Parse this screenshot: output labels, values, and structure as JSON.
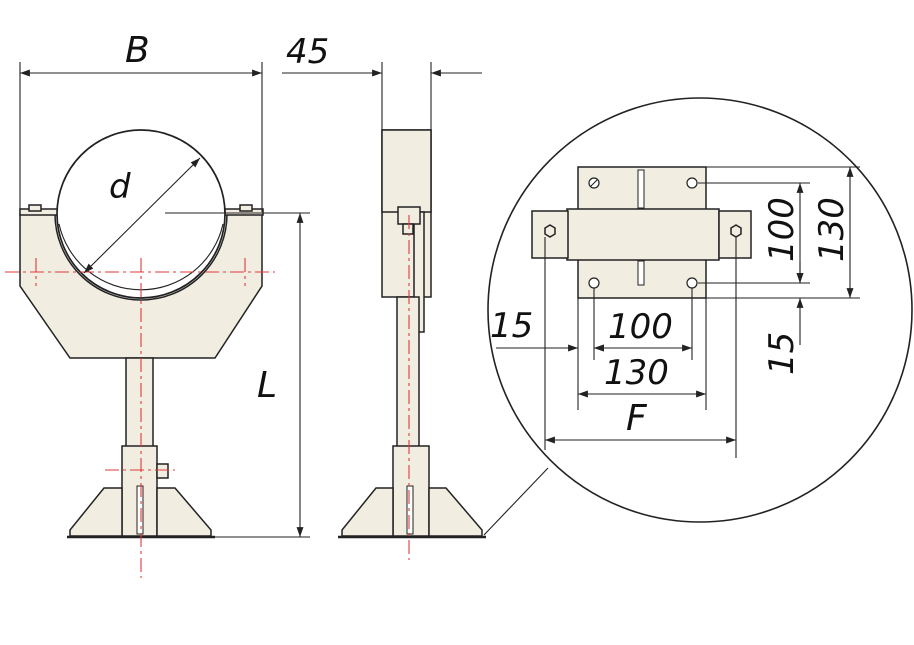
{
  "labels": {
    "B": "B",
    "d": "d",
    "top_45": "45",
    "L": "L",
    "detail_100_v": "100",
    "detail_130_v": "130",
    "detail_15_h": "15",
    "detail_100_h": "100",
    "detail_130_h": "130",
    "detail_15_v": "15",
    "F": "F"
  },
  "colors": {
    "line": "#222222",
    "axis": "#e23a3a",
    "part_fill": "#f1ede0"
  }
}
